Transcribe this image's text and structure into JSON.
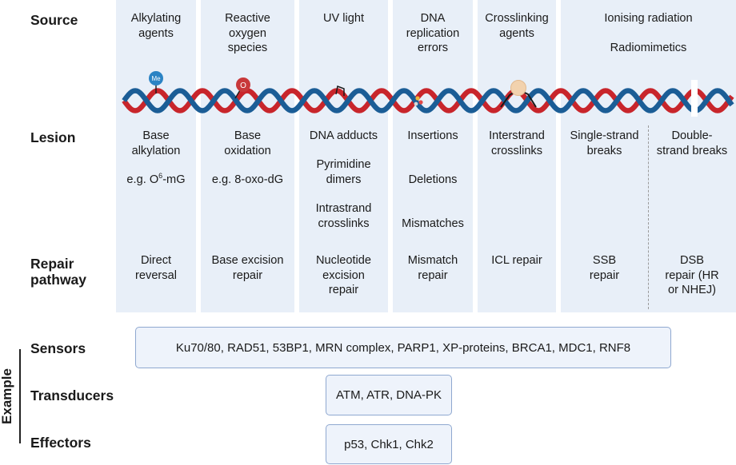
{
  "row_labels": {
    "source": "Source",
    "lesion": "Lesion",
    "repair": [
      "Repair",
      "pathway"
    ],
    "sensors": "Sensors",
    "transducers": "Transducers",
    "effectors": "Effectors",
    "example": "Example"
  },
  "columns": [
    {
      "source": [
        "Alkylating",
        "agents"
      ],
      "lesion": [
        "Base",
        "alkylation"
      ],
      "lesion_example": {
        "prefix": "e.g. O",
        "sup": "6",
        "suffix": "-mG"
      },
      "repair": [
        "Direct",
        "reversal"
      ]
    },
    {
      "source": [
        "Reactive",
        "oxygen",
        "species"
      ],
      "lesion": [
        "Base",
        "oxidation"
      ],
      "lesion_example_text": "e.g. 8-oxo-dG",
      "repair": [
        "Base excision",
        "repair"
      ]
    },
    {
      "source": [
        "UV light"
      ],
      "lesion": [
        "DNA adducts"
      ],
      "lesion_2": [
        "Pyrimidine",
        "dimers"
      ],
      "lesion_3": [
        "Intrastrand",
        "crosslinks"
      ],
      "repair": [
        "Nucleotide",
        "excision",
        "repair"
      ]
    },
    {
      "source": [
        "DNA",
        "replication",
        "errors"
      ],
      "lesion": [
        "Insertions"
      ],
      "lesion_2": [
        "Deletions"
      ],
      "lesion_3": [
        "Mismatches"
      ],
      "repair": [
        "Mismatch",
        "repair"
      ]
    },
    {
      "source": [
        "Crosslinking",
        "agents"
      ],
      "lesion": [
        "Interstrand",
        "crosslinks"
      ],
      "repair": [
        "ICL repair"
      ]
    },
    {
      "source": [
        "Ionising radiation"
      ],
      "source_2": [
        "Radiomimetics"
      ],
      "lesion_ssb": [
        "Single-strand",
        "breaks"
      ],
      "lesion_dsb": [
        "Double-",
        "strand breaks"
      ],
      "repair_ssb": [
        "SSB",
        "repair"
      ],
      "repair_dsb": [
        "DSB",
        "repair (HR",
        "or NHEJ)"
      ]
    }
  ],
  "icons": {
    "methyl": "Me",
    "oxygen": "O"
  },
  "boxes": {
    "sensors": "Ku70/80, RAD51, 53BP1, MRN complex, PARP1, XP-proteins, BRCA1, MDC1, RNF8",
    "transducers": "ATM, ATR, DNA-PK",
    "effectors": "p53, Chk1, Chk2"
  },
  "colors": {
    "column_bg": "#e8eff8",
    "strand_red": "#c8252b",
    "strand_blue": "#1b5d96",
    "methyl_ball": "#2b83c4",
    "oxygen_ball": "#c8383a",
    "crosslinker_ball": "#f2d2ae",
    "box_border": "#8fa8d0"
  }
}
